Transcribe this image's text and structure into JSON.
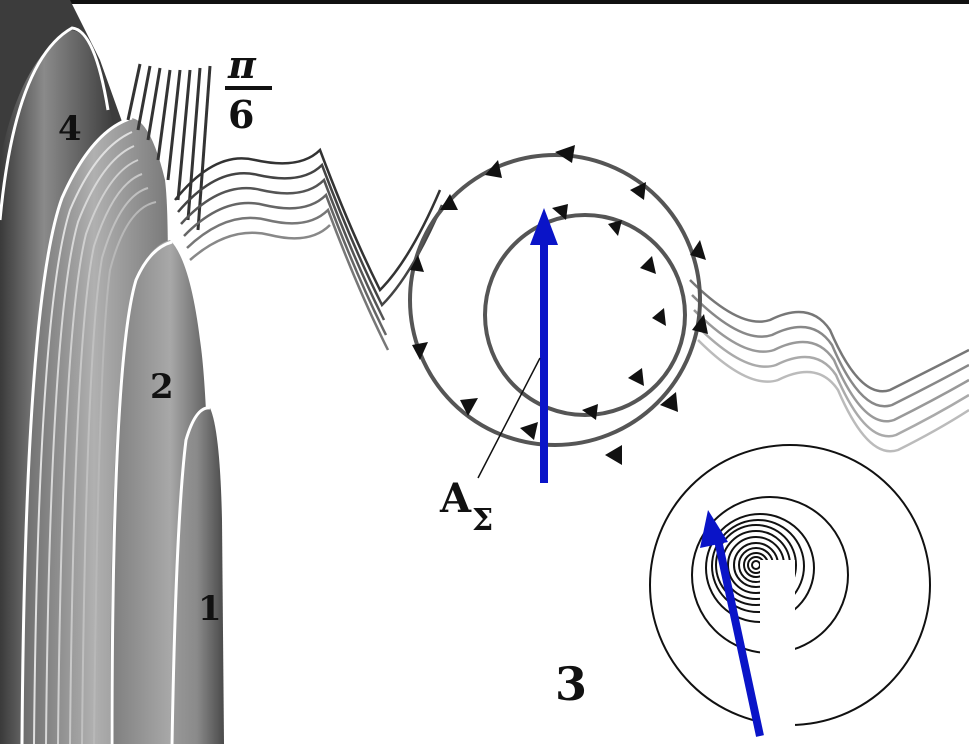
{
  "labels": {
    "region_1": "1",
    "region_2": "2",
    "region_3": "3",
    "region_4": "4",
    "angle_numerator": "π",
    "angle_denominator": "6",
    "vector_base": "A",
    "vector_subscript": "Σ"
  },
  "colors": {
    "vector": "#0a14c8",
    "background": "#ffffff",
    "wave": "#555555"
  }
}
